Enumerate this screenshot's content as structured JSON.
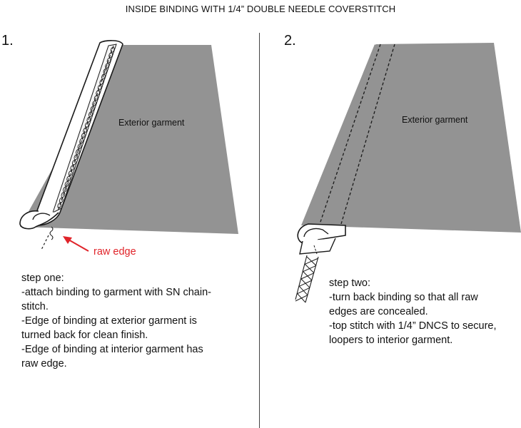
{
  "title": "INSIDE BINDING WITH 1/4” DOUBLE NEEDLE COVERSTITCH",
  "panel1": {
    "number": "1.",
    "garment_label": "Exterior garment",
    "callout_label": "raw edge",
    "step_lines": [
      "step one:",
      "-attach binding to garment with SN chain-",
      "stitch.",
      "-Edge of binding at exterior garment is",
      "turned back for clean finish.",
      "-Edge of binding at interior garment has",
      "raw edge."
    ]
  },
  "panel2": {
    "number": "2.",
    "garment_label": "Exterior garment",
    "step_lines": [
      "step two:",
      "-turn back binding so that all raw",
      "edges are concealed.",
      "-top stitch with 1/4” DNCS to secure,",
      "loopers to interior garment."
    ]
  },
  "colors": {
    "garment_fill": "#939393",
    "callout": "#e0242a",
    "outline": "#1a1a1a"
  }
}
